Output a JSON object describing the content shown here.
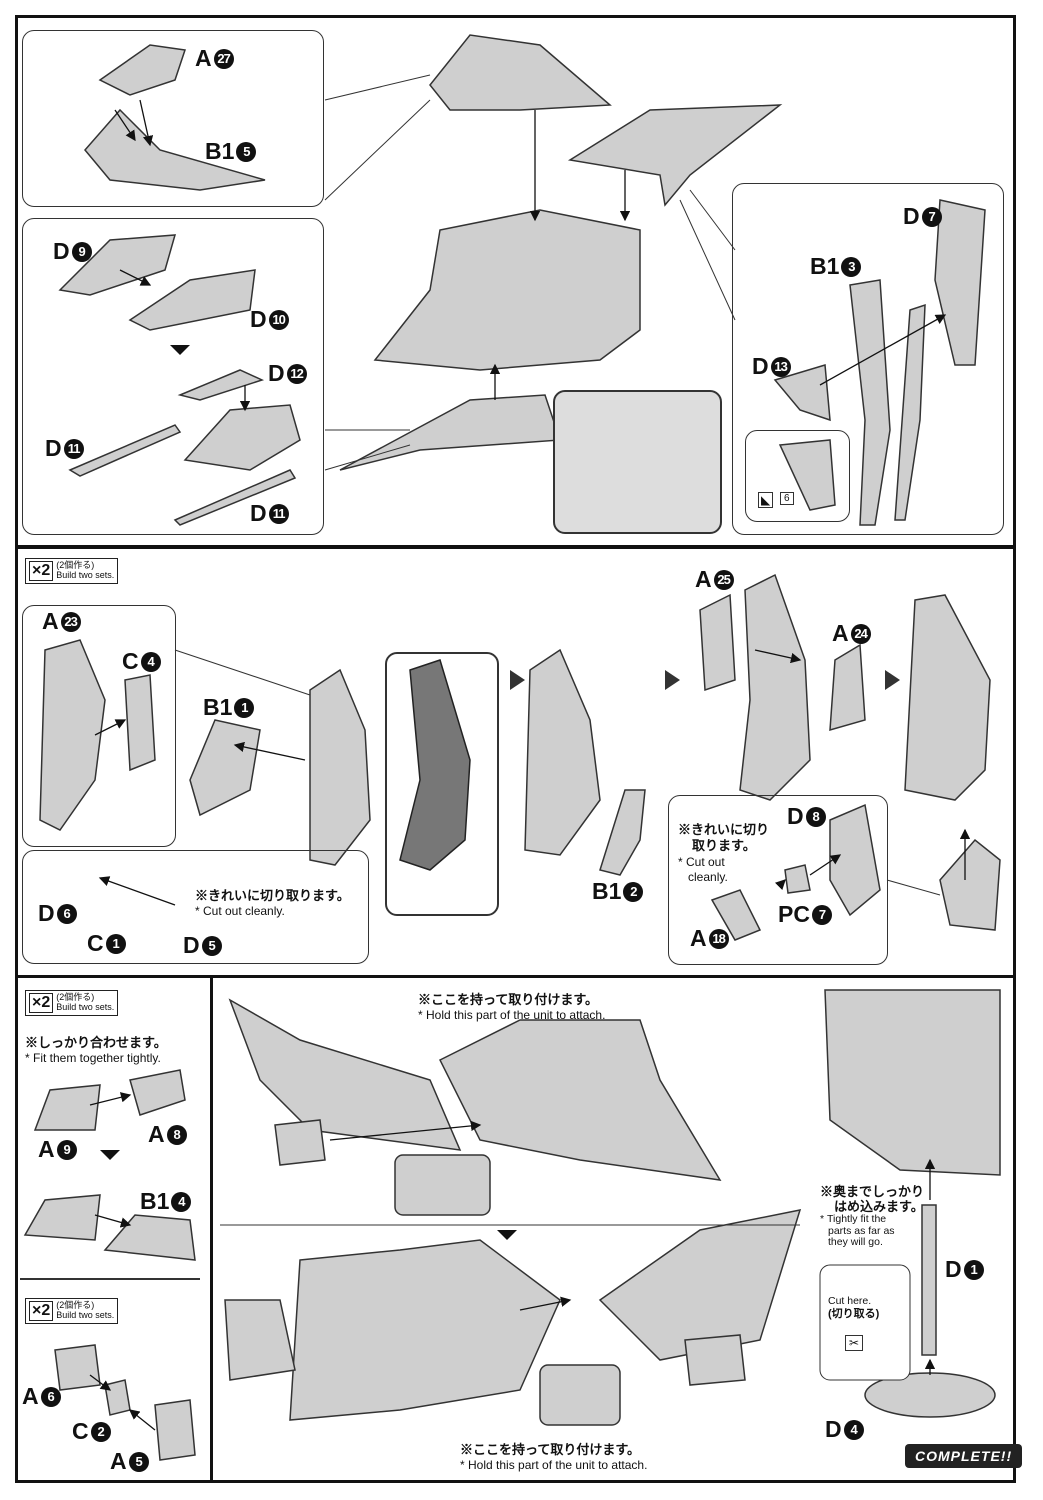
{
  "step1": {
    "labels": [
      {
        "letter": "A",
        "num": "27"
      },
      {
        "letter": "B1",
        "num": "5"
      },
      {
        "letter": "D",
        "num": "9"
      },
      {
        "letter": "D",
        "num": "10"
      },
      {
        "letter": "D",
        "num": "12"
      },
      {
        "letter": "D",
        "num": "11"
      },
      {
        "letter": "D",
        "num": "11"
      },
      {
        "letter": "D",
        "num": "7"
      },
      {
        "letter": "B1",
        "num": "3"
      },
      {
        "letter": "D",
        "num": "13"
      }
    ],
    "gate_number": "6"
  },
  "step2": {
    "badge": {
      "x2": "×2",
      "jp": "(2個作る)",
      "en": "Build two sets."
    },
    "labels": [
      {
        "letter": "A",
        "num": "23"
      },
      {
        "letter": "C",
        "num": "4"
      },
      {
        "letter": "B1",
        "num": "1"
      },
      {
        "letter": "D",
        "num": "6"
      },
      {
        "letter": "C",
        "num": "1"
      },
      {
        "letter": "D",
        "num": "5"
      },
      {
        "letter": "B1",
        "num": "2"
      },
      {
        "letter": "A",
        "num": "25"
      },
      {
        "letter": "A",
        "num": "24"
      },
      {
        "letter": "D",
        "num": "8"
      },
      {
        "letter": "PC",
        "num": "7"
      },
      {
        "letter": "A",
        "num": "18"
      }
    ],
    "note_left": {
      "jp": "※きれいに切り取ります。",
      "en": "* Cut out cleanly."
    },
    "note_right": {
      "jp1": "※きれいに切り",
      "jp2": "取ります。",
      "en1": "* Cut out",
      "en2": "cleanly."
    }
  },
  "step3": {
    "badge1": {
      "x2": "×2",
      "jp": "(2個作る)",
      "en": "Build two sets."
    },
    "note_fit": {
      "jp": "※しっかり合わせます。",
      "en": "* Fit them together tightly."
    },
    "badge2": {
      "x2": "×2",
      "jp": "(2個作る)",
      "en": "Build two sets."
    },
    "labels": [
      {
        "letter": "A",
        "num": "9"
      },
      {
        "letter": "A",
        "num": "8"
      },
      {
        "letter": "B1",
        "num": "4"
      },
      {
        "letter": "A",
        "num": "6"
      },
      {
        "letter": "C",
        "num": "2"
      },
      {
        "letter": "A",
        "num": "5"
      },
      {
        "letter": "D",
        "num": "1"
      },
      {
        "letter": "D",
        "num": "4"
      }
    ],
    "note_hold_top": {
      "jp": "※ここを持って取り付けます。",
      "en": "* Hold this part of the unit to attach."
    },
    "note_hold_bottom": {
      "jp": "※ここを持って取り付けます。",
      "en": "* Hold this part of the unit to attach."
    },
    "note_deep": {
      "jp1": "※奥までしっかり",
      "jp2": "はめ込みます。",
      "en1": "* Tightly fit the",
      "en2": "parts as far as",
      "en3": "they will go."
    },
    "cut_here": {
      "en": "Cut here.",
      "jp": "(切り取る)"
    },
    "complete": "COMPLETE!!"
  }
}
